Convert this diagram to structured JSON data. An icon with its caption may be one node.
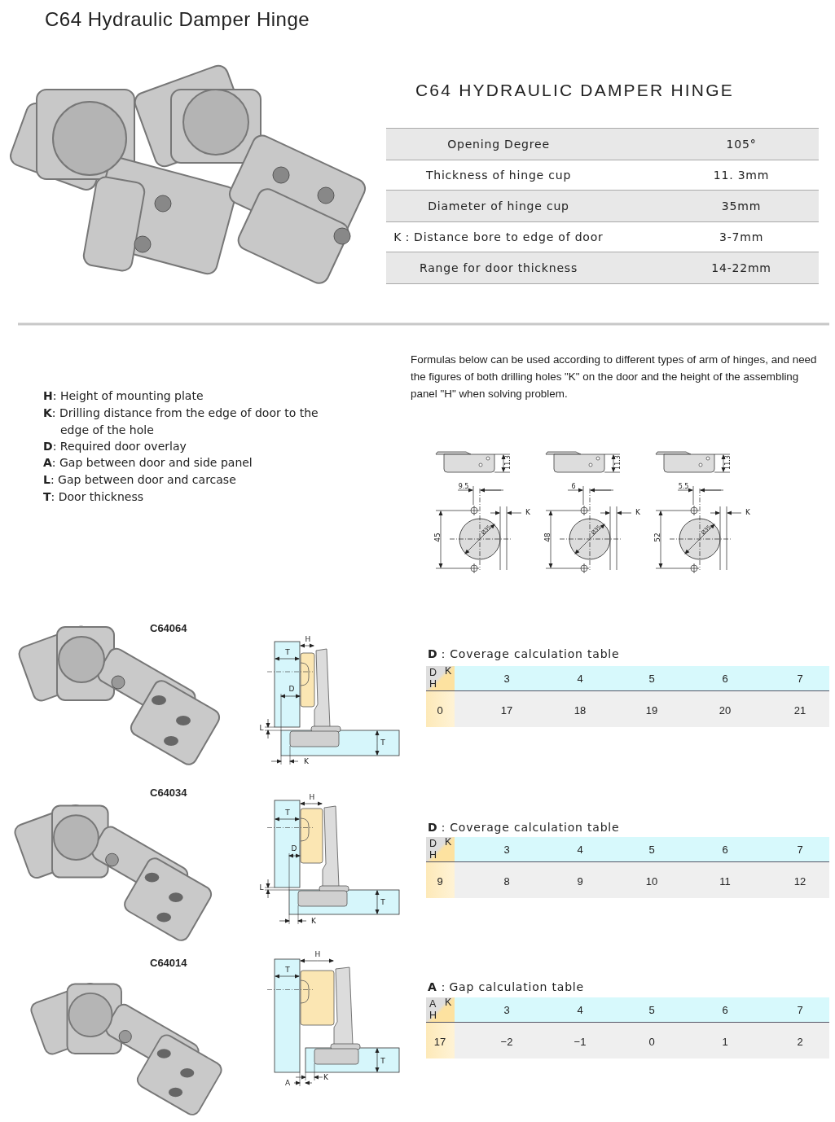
{
  "diagram": {
    "title": "C64 Hydraulic Damper Hinge",
    "labels": [
      "C64 HYDRAULIC DAMPER HINGE",
      "Opening Degree",
      "105°",
      "Thickness of hinge cup",
      "11. 3mm",
      "Diameter of hinge cup",
      "35mm",
      "K：Distance bore to edge of door",
      "3-7mm",
      "Range for door thickness",
      "14-22mm",
      "**H**: Height of mounting plate",
      "**K**: Drilling distance from the edge of door to the edge of the hole",
      "**D**: Required door overlay",
      "**A**: Gap between door and side panel",
      "**L**: Gap between door and carcase",
      "**T**: Door thickness",
      "Formulas below can be used according to different types of arm of hinges, and  need the figures of both drilling holes \"K\" on the door and the height of the assembling panel \"H\" when solving problem.",
      "11.3",
      "9.5",
      "K",
      "45",
      "Ø35",
      "11.3",
      "6",
      "K",
      "48",
      "Ø35",
      "11.3",
      "5.5",
      "K",
      "52",
      "Ø35",
      "C64064",
      "H",
      "T",
      "D",
      "L",
      "T",
      "K",
      "**D**：Coverage calculation table",
      "D",
      "K",
      "H",
      "3",
      "4",
      "5",
      "6",
      "7",
      "0",
      "17",
      "18",
      "19",
      "20",
      "21",
      "C64034",
      "H",
      "T",
      "D",
      "L",
      "T",
      "K",
      "**D**：Coverage calculation table",
      "D",
      "K",
      "H",
      "3",
      "4",
      "5",
      "6",
      "7",
      "9",
      "8",
      "9",
      "10",
      "11",
      "12",
      "C64014",
      "H",
      "T",
      "T",
      "K",
      "A",
      "**A**：Gap calculation table",
      "A",
      "K",
      "H",
      "3",
      "4",
      "5",
      "6",
      "7",
      "17",
      "−2",
      "−1",
      "0",
      "1",
      "2"
    ]
  }
}
